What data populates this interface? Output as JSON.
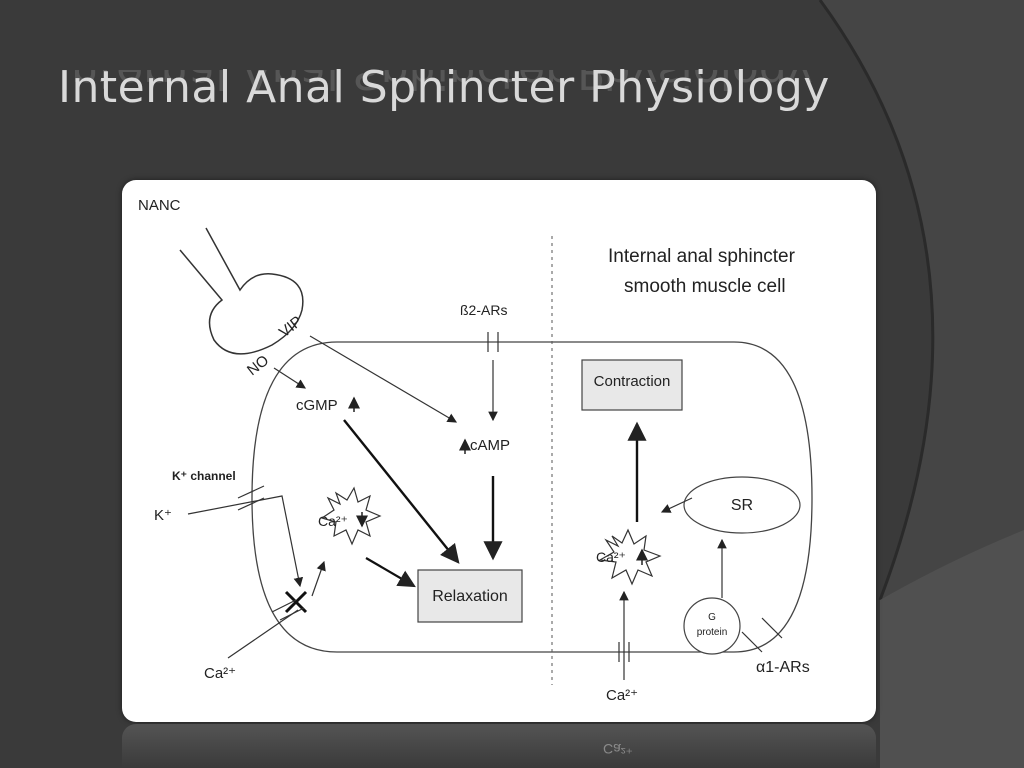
{
  "slide": {
    "title": "Internal Anal Sphincter Physiology"
  },
  "diagram": {
    "nanc": "NANC",
    "no": "NO",
    "vip": "VIP",
    "b2ars": "ß2-ARs",
    "cell_title_line1": "Internal anal sphincter",
    "cell_title_line2": "smooth muscle cell",
    "cgmp": "cGMP",
    "camp": "cAMP",
    "k_channel": "K⁺ channel",
    "k_ion": "K⁺",
    "ca_left_inner": "Ca²⁺",
    "ca_left_outer": "Ca²⁺",
    "relaxation": "Relaxation",
    "contraction": "Contraction",
    "sr": "SR",
    "ca_right_inner": "Ca²⁺",
    "ca_right_outer": "Ca²⁺",
    "g_protein_line1": "G",
    "g_protein_line2": "protein",
    "a1ars": "α1-ARs"
  },
  "colors": {
    "background": "#3a3a3a",
    "title": "#d9d9d9",
    "box_fill": "#e8e8e8",
    "stroke": "#333333"
  }
}
